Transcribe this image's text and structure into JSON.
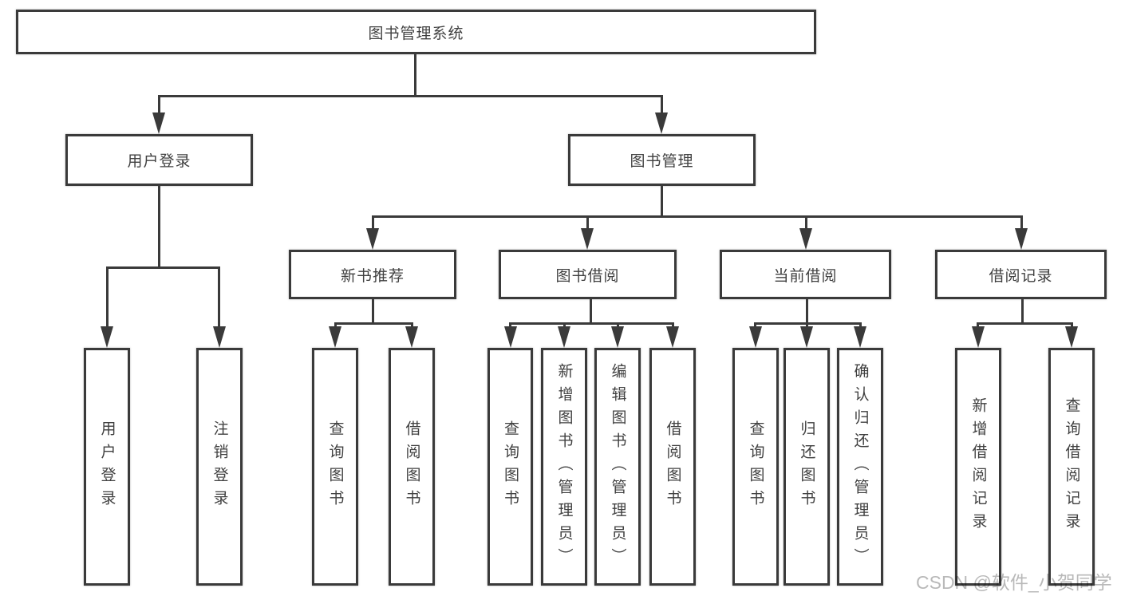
{
  "colors": {
    "line": "#3a3a3a",
    "text": "#404040",
    "watermark": "#b9b9b9",
    "background": "#ffffff"
  },
  "diagram": {
    "root": "图书管理系统",
    "login_branch": {
      "label": "用户登录",
      "children": [
        "用户登录",
        "注销登录"
      ]
    },
    "mgmt_branch": {
      "label": "图书管理",
      "modules": [
        {
          "label": "新书推荐",
          "children": [
            "查询图书",
            "借阅图书"
          ]
        },
        {
          "label": "图书借阅",
          "children": [
            "查询图书",
            "新增图书（管理员）",
            "编辑图书（管理员）",
            "借阅图书"
          ]
        },
        {
          "label": "当前借阅",
          "children": [
            "查询图书",
            "归还图书",
            "确认归还（管理员）"
          ]
        },
        {
          "label": "借阅记录",
          "children": [
            "新增借阅记录",
            "查询借阅记录"
          ]
        }
      ]
    }
  },
  "watermark": "CSDN @软件_小贺同学"
}
